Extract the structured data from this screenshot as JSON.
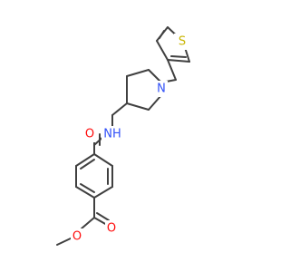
{
  "colors": {
    "bond": "#404040",
    "oxygen": "#ff0d0d",
    "nitrogen": "#3050f8",
    "sulfur": "#c8b400"
  },
  "atoms": {
    "carbonyl_oxygen": "O",
    "amide_nitrogen": "NH",
    "piperidine_nitrogen": "N",
    "thiophene_sulfur": "S",
    "ester_carbonyl_oxygen": "O",
    "ester_ether_oxygen": "O"
  }
}
